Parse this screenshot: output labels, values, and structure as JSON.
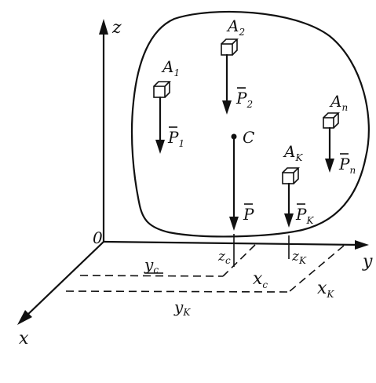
{
  "axes": {
    "z": "z",
    "y": "y",
    "x": "x",
    "origin": "0"
  },
  "points": {
    "A1": {
      "name": "A",
      "sub": "1",
      "force": "P",
      "force_sub": "1"
    },
    "A2": {
      "name": "A",
      "sub": "2",
      "force": "P",
      "force_sub": "2"
    },
    "An": {
      "name": "A",
      "sub": "n",
      "force": "P",
      "force_sub": "n"
    },
    "Ak": {
      "name": "A",
      "sub": "K",
      "force": "P",
      "force_sub": "K"
    }
  },
  "center": {
    "name": "C",
    "force": "P"
  },
  "coords": {
    "zc": {
      "main": "z",
      "sub": "c"
    },
    "xc": {
      "main": "x",
      "sub": "c"
    },
    "yc": {
      "main": "y",
      "sub": "c"
    },
    "zk": {
      "main": "z",
      "sub": "K"
    },
    "xk": {
      "main": "x",
      "sub": "K"
    },
    "yk": {
      "main": "y",
      "sub": "K"
    }
  }
}
